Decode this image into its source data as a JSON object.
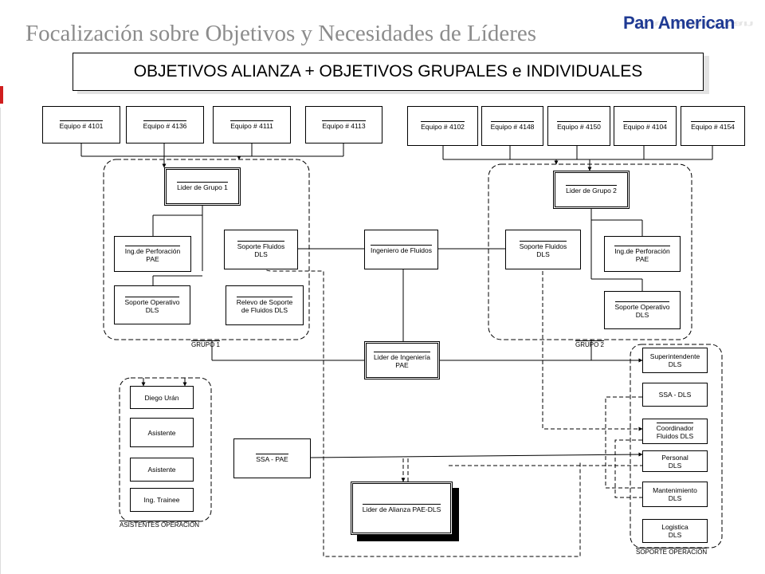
{
  "slide": {
    "title": "Focalización sobre Objetivos y Necesidades de Líderes",
    "brand": "Pan American",
    "banner": "OBJETIVOS ALIANZA + OBJETIVOS GRUPALES e INDIVIDUALES"
  },
  "equipos": {
    "left": [
      "Equipo # 4101",
      "Equipo # 4136",
      "Equipo # 4111",
      "Equipo # 4113"
    ],
    "right": [
      "Equipo # 4102",
      "Equipo # 4148",
      "Equipo # 4150",
      "Equipo # 4104",
      "Equipo # 4154"
    ]
  },
  "grupo1": {
    "label": "GRUPO 1",
    "lider": "Lider de Grupo 1",
    "ing_perforacion": [
      "Ing.de Perforación",
      "PAE"
    ],
    "soporte_fluidos": [
      "Soporte Fluidos",
      "DLS"
    ],
    "soporte_operativo": [
      "Soporte Operativo",
      "DLS"
    ],
    "relevo": [
      "Relevo de Soporte",
      "de Fluidos DLS"
    ]
  },
  "grupo2": {
    "label": "GRUPO 2",
    "lider": "Lider de Grupo 2",
    "soporte_fluidos": [
      "Soporte Fluidos",
      "DLS"
    ],
    "ing_perforacion": [
      "Ing.de Perforación",
      "PAE"
    ],
    "soporte_operativo": [
      "Soporte Operativo",
      "DLS"
    ]
  },
  "centro": {
    "ingeniero_fluidos": "Ingeniero de Fluidos",
    "lider_ingenieria": [
      "Lider de Ingeniería",
      "PAE"
    ],
    "ssa_pae": "SSA - PAE",
    "lider_alianza": "Lider de Alianza PAE-DLS"
  },
  "asistentes": {
    "label": "ASISTENTES OPERACIÓN",
    "items": [
      "Diego Urán",
      "Asistente",
      "Asistente",
      "Ing. Trainee"
    ]
  },
  "soporte_operacion": {
    "label": "SOPORTE OPERACIÓN",
    "superintendente": [
      "Superintendente",
      "DLS"
    ],
    "ssa_dls": "SSA - DLS",
    "coordinador": [
      "Coordinador",
      "Fluidos DLS"
    ],
    "personal": [
      "Personal",
      "DLS"
    ],
    "mantenimiento": [
      "Mantenimiento",
      "DLS"
    ],
    "logistica": [
      "Logistica",
      "DLS"
    ]
  },
  "colors": {
    "title": "#8c8c8c",
    "brand": "#1f3a93",
    "accent_mark": "#d01e1e"
  }
}
